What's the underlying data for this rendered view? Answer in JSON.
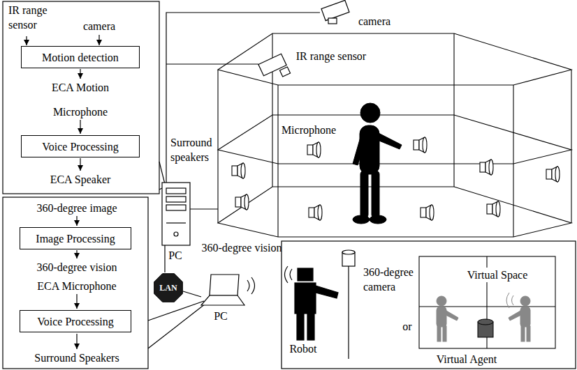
{
  "diagram": {
    "nodes": [
      {
        "text": [
          "Motion detection"
        ]
      },
      {
        "text": [
          "Voice Processing"
        ]
      },
      {
        "text": [
          "Image Processing"
        ]
      },
      {
        "text": [
          "Voice Processing"
        ]
      },
      {
        "text": [
          "LAN"
        ]
      }
    ],
    "labels": [
      "IR range sensor",
      "camera",
      "ECA Motion",
      "Microphone",
      "ECA Speaker",
      "360-degree image",
      "360-degree vision",
      "ECA Microphone",
      "Surround Speakers",
      "camera",
      "IR range sensor",
      "Microphone",
      "Surround speakers",
      "PC",
      "360-degree vision",
      "PC",
      "360-degree camera",
      "Robot",
      "or",
      "Virtual Space",
      "Virtual Agent"
    ]
  }
}
